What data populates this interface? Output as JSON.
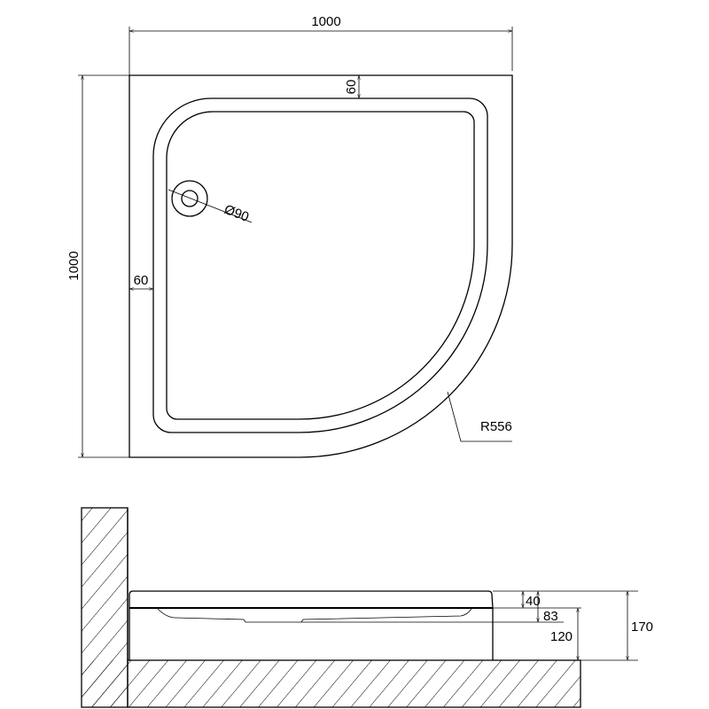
{
  "title": "Quarter-round shower tray technical drawing",
  "plan_view": {
    "width_label": "1000",
    "depth_label": "1000",
    "rim_top_label": "60",
    "rim_left_label": "60",
    "drain_label": "Ø90",
    "radius_label": "R556"
  },
  "side_view": {
    "rim_height_label": "40",
    "basin_depth_label": "83",
    "base_height_label": "120",
    "total_height_label": "170"
  },
  "colors": {
    "line": "#000000",
    "background": "#ffffff"
  }
}
